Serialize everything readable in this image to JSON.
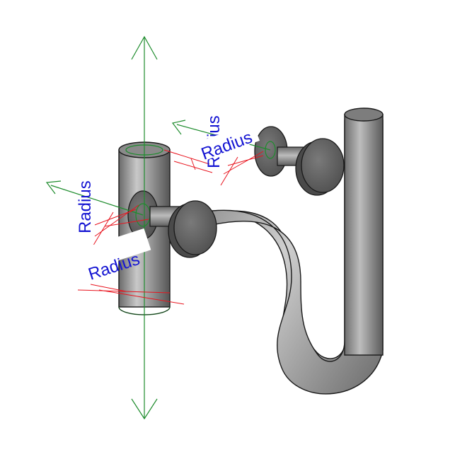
{
  "labels": {
    "radius_1": "Radius",
    "radius_2": "Radius",
    "radius_3": "Radius",
    "radius_4": "Radius"
  },
  "colors": {
    "dimension_text": "#1414d2",
    "dimension_lines": "#e8141e",
    "axis_lines": "#1e8c2d",
    "pipe_body": "#9a9a9a",
    "pipe_dark": "#5a5a5a",
    "disc_face": "#666666",
    "background": "#ffffff"
  }
}
